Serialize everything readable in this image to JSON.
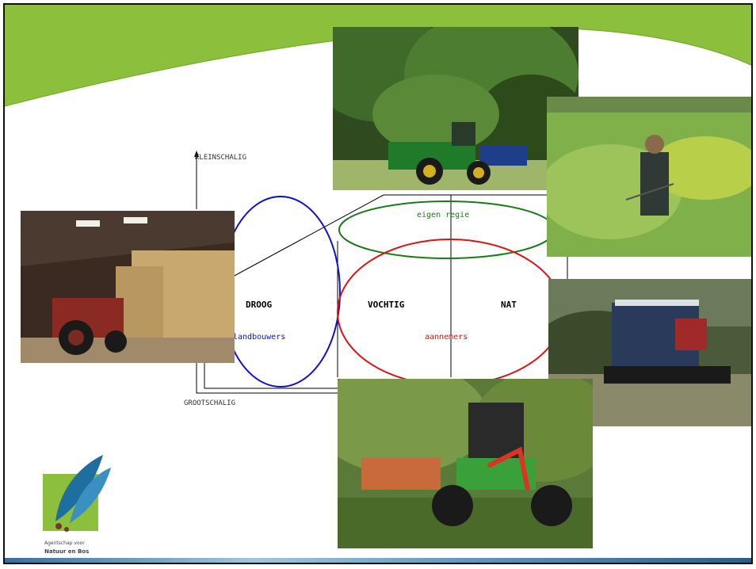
{
  "axis": {
    "top_label": "KLEINSCHALIG",
    "bottom_label": "GROOTSCHALIG"
  },
  "zones": {
    "droog": "DROOG",
    "vochtig": "VOCHTIG",
    "nat": "NAT"
  },
  "groups": {
    "landbouwers": "landbouwers",
    "eigen_regie": "eigen regie",
    "aannemers": "aannemers"
  },
  "colors": {
    "blue": "#1010cc",
    "green": "#1a7a1a",
    "red": "#dd1111",
    "header_green": "#8bbf3c"
  },
  "logo": {
    "line1": "Agentschap voor",
    "line2": "Natuur en Bos"
  }
}
